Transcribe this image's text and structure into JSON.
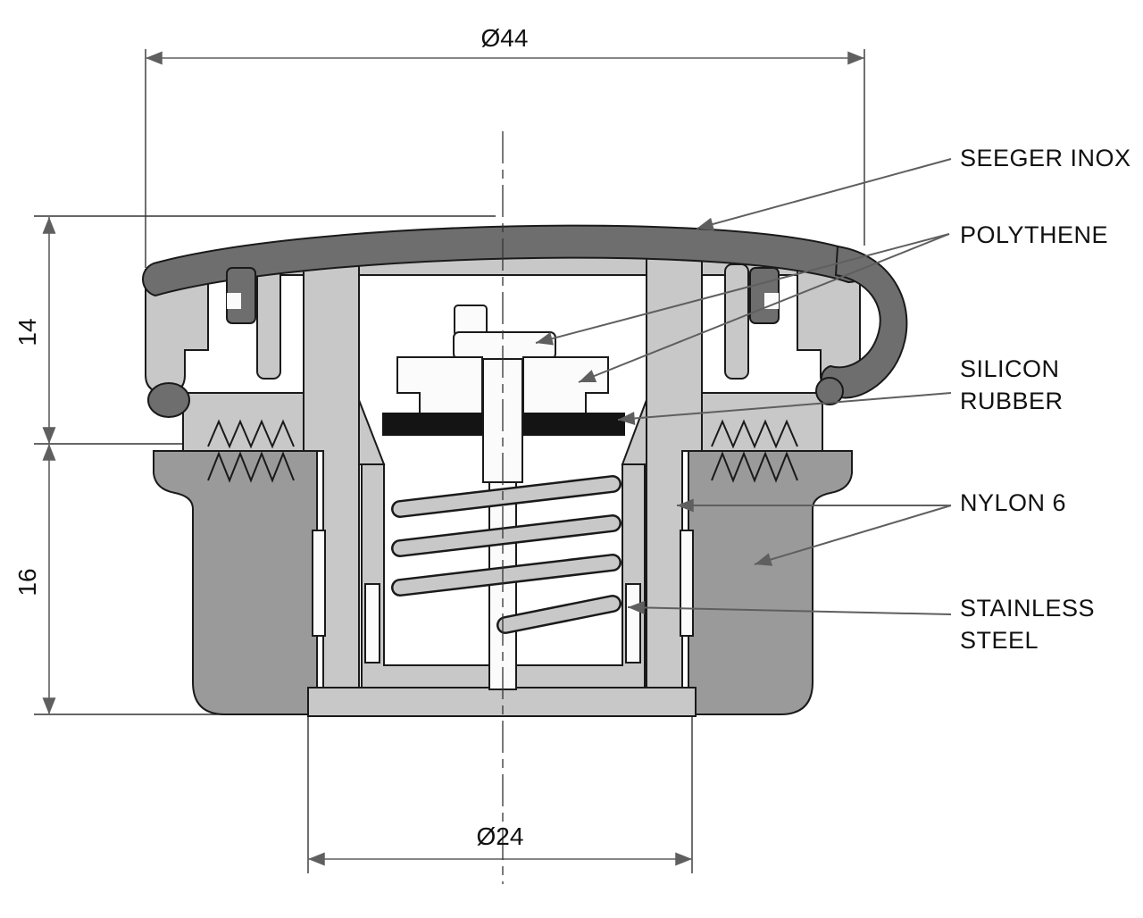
{
  "drawing": {
    "type": "technical-cross-section",
    "dimensions": {
      "outer_diameter": "Ø44",
      "inner_diameter": "Ø24",
      "upper_height": "14",
      "lower_height": "16"
    },
    "callouts": {
      "seeger": "SEEGER INOX",
      "polythene": "POLYTHENE",
      "silicon_line1": "SILICON",
      "silicon_line2": "RUBBER",
      "nylon": "NYLON 6",
      "steel_line1": "STAINLESS",
      "steel_line2": "STEEL"
    },
    "colors": {
      "dark_gray": "#6e6e6e",
      "medium_gray": "#9a9a9a",
      "light_gray": "#c8c8c8",
      "rubber_black": "#141414",
      "line": "#1a1a1a",
      "dimension": "#5f5f5f",
      "background": "#ffffff"
    }
  }
}
